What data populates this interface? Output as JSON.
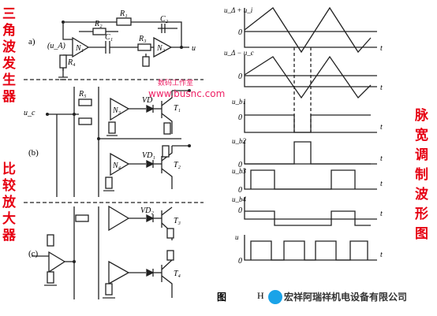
{
  "side_labels": {
    "left_top": [
      "三",
      "角",
      "波",
      "发",
      "生",
      "器"
    ],
    "left_bottom": [
      "比",
      "较",
      "放",
      "大",
      "器"
    ],
    "right": [
      "脉",
      "宽",
      "调",
      "制",
      "波",
      "形",
      "图"
    ]
  },
  "section_marks": {
    "a": "a)",
    "b": "(b)",
    "c": "(c)"
  },
  "circuit_labels": {
    "R1": "R₁",
    "R2": "R₂",
    "R3": "R₃",
    "R4": "R₄",
    "R5": "R₅",
    "C1": "C₁",
    "C2": "C₂",
    "N1": "N₁",
    "N2": "N₂",
    "N3": "N₃",
    "N4": "N₄",
    "ua": "(u_A)",
    "uc": "u_c",
    "u": "u",
    "VD": "VD",
    "VD1": "VD₁",
    "VD2": "VD₂",
    "T1": "T₁",
    "T2": "T₂",
    "T3": "T₃",
    "T4": "T₄"
  },
  "watermark": {
    "cn": "数码工作室",
    "url": "www.busnc.com"
  },
  "waveform_labels": {
    "w1": "u_Δ + u_i",
    "w2": "u_Δ − u_c",
    "w3": "u_b1",
    "w4": "u_b2",
    "w5": "u_b3",
    "w6": "u_b4",
    "w7": "u",
    "zero": "0",
    "t": "t"
  },
  "caption": {
    "fig": "图",
    "fig_id": "H",
    "company": "宏祥阿瑞祥机电设备有限公司"
  }
}
